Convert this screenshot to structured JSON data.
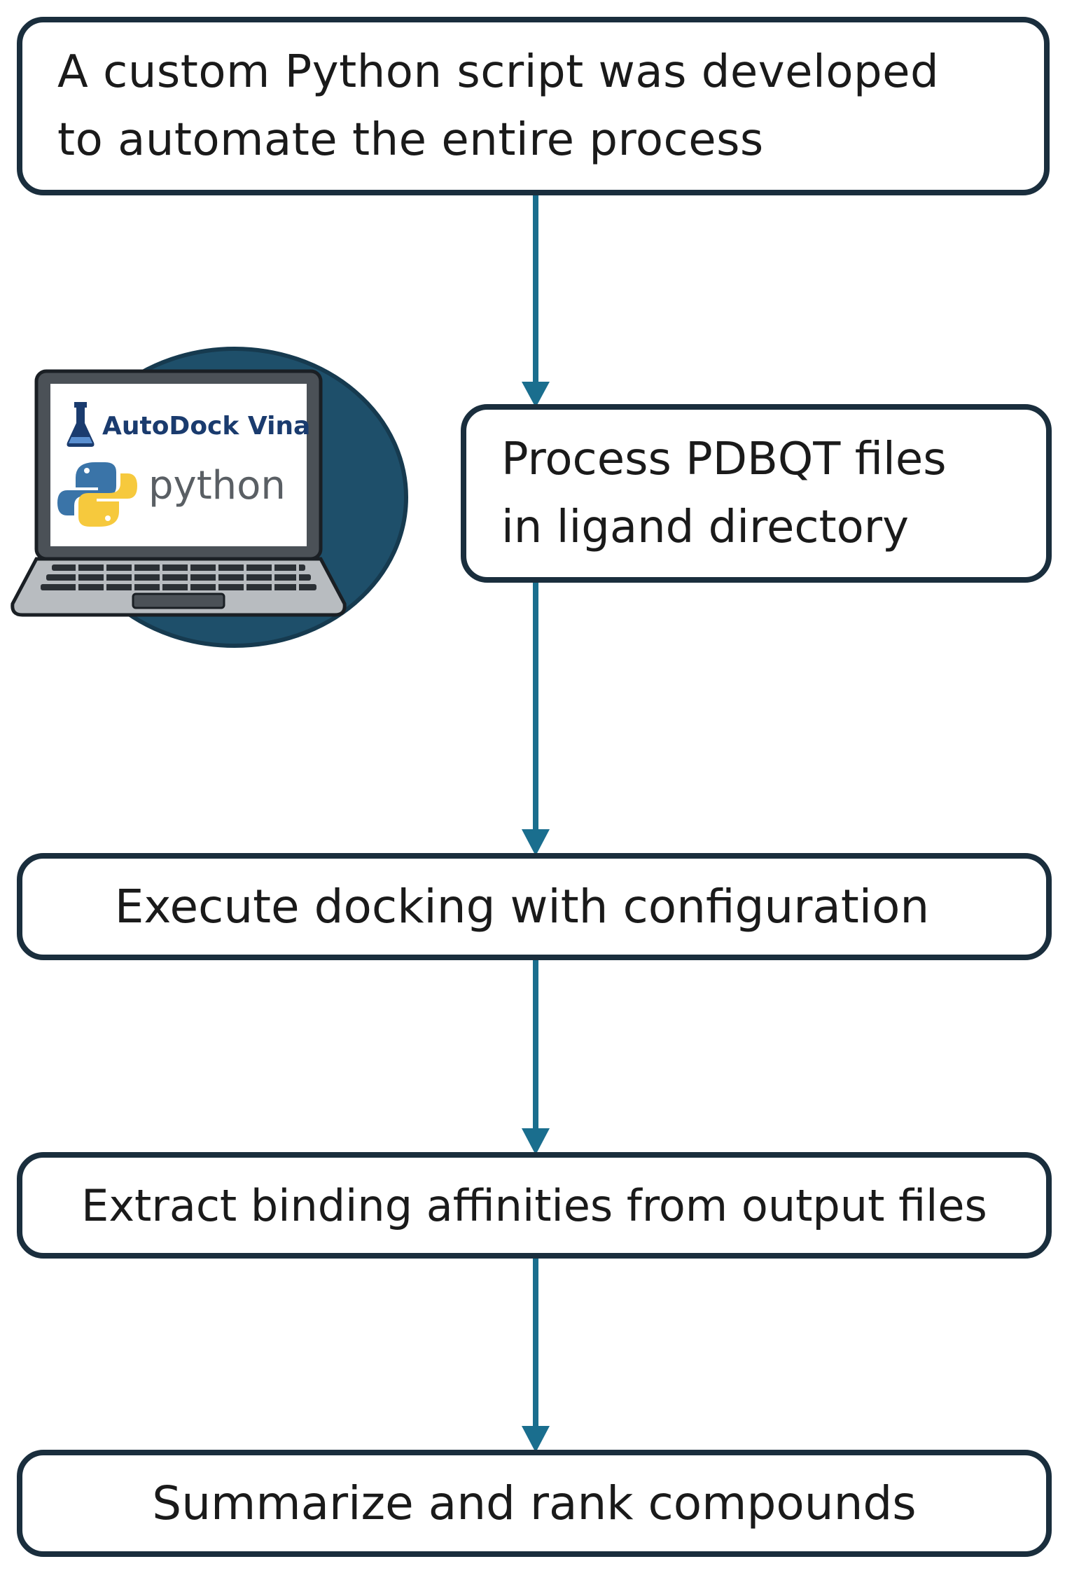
{
  "steps": [
    {
      "text": "A custom Python script was developed\nto automate the entire process"
    },
    {
      "text": "Process PDBQT files\nin ligand directory"
    },
    {
      "text": "Execute docking with configuration"
    },
    {
      "text": "Extract binding affinities from output files"
    },
    {
      "text": "Summarize and rank compounds"
    }
  ],
  "illustration": {
    "brand_autodock": "AutoDock Vina",
    "brand_python": "python",
    "icons": [
      "laptop-icon",
      "autodock-flask-icon",
      "python-logo-icon"
    ]
  },
  "colors": {
    "arrow": "#1a6e8e",
    "box_border": "#1a2e3d",
    "circle": "#1e4f6a",
    "text": "#1a1a1a",
    "python_blue": "#3a74a8",
    "python_yellow": "#f6c93d"
  }
}
